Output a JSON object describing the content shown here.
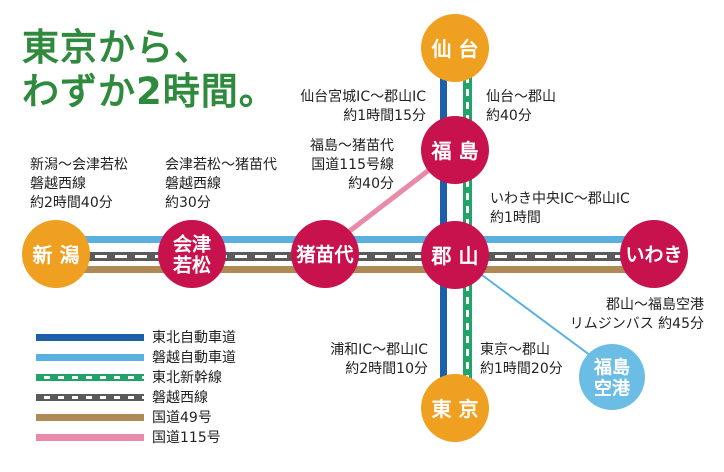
{
  "headline": {
    "line1": "東京から、",
    "line2": "わずか2時間。"
  },
  "colors": {
    "tohoku_expressway": "#1d5fa8",
    "banetsu_expressway": "#5ab1df",
    "shinkansen": "#22a36a",
    "banetsu_west_line": "#5a5a5a",
    "route49": "#b08a55",
    "route115": "#e98aa8",
    "city_red": "#c8124e",
    "city_orange": "#f0a020",
    "airport_blue": "#6cbde6"
  },
  "stations": {
    "sendai": "仙 台",
    "fukushima": "福 島",
    "koriyama": "郡 山",
    "tokyo": "東 京",
    "niigata": "新 潟",
    "aizuwakamatsu": "会津\n若松",
    "inawashiro": "猪苗代",
    "iwaki": "いわき",
    "fukushima_airport": "福島\n空港"
  },
  "routes": {
    "sendai_koriyama_car": "仙台宮城IC～郡山IC\n約1時間15分",
    "sendai_koriyama_train": "仙台～郡山\n約40分",
    "fukushima_inawashiro": "福島～猪苗代\n国道115号線\n約40分",
    "niigata_aizu": "新潟～会津若松\n磐越西線\n約2時間40分",
    "aizu_inawashiro": "会津若松～猪苗代\n磐越西線\n約30分",
    "iwaki_koriyama": "いわき中央IC～郡山IC\n約1時間",
    "koriyama_airport": "郡山～福島空港\nリムジンバス 約45分",
    "urawa_koriyama": "浦和IC～郡山IC\n約2時間10分",
    "tokyo_koriyama": "東京～郡山\n約1時間20分"
  },
  "legend": [
    {
      "label": "東北自動車道",
      "color": "#1d5fa8",
      "style": "solid"
    },
    {
      "label": "磐越自動車道",
      "color": "#5ab1df",
      "style": "solid"
    },
    {
      "label": "東北新幹線",
      "color": "#22a36a",
      "style": "dashed"
    },
    {
      "label": "磐越西線",
      "color": "#5a5a5a",
      "style": "dashed"
    },
    {
      "label": "国道49号",
      "color": "#b08a55",
      "style": "solid"
    },
    {
      "label": "国道115号",
      "color": "#e98aa8",
      "style": "solid"
    }
  ]
}
